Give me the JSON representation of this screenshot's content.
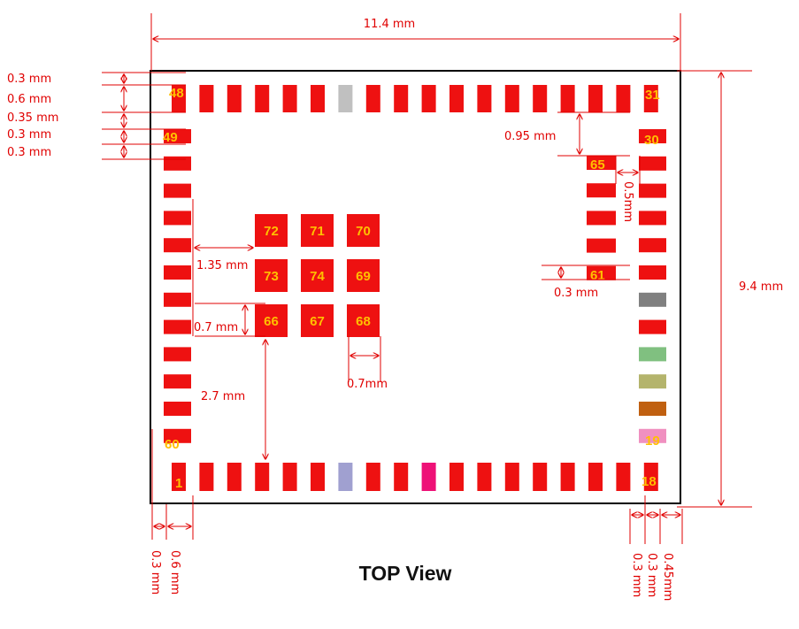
{
  "title": "TOP View",
  "dimensions": {
    "width": "11.4  mm",
    "height": "9.4  mm",
    "left_stack": [
      "0.3  mm",
      "0.6  mm",
      "0.35 mm",
      "0.3  mm",
      "0.3  mm"
    ],
    "top_right_gap": "0.95  mm",
    "small_pad_pitch": "0.5mm",
    "small_pad_width": "0.3   mm",
    "center_offset": "1.35 mm",
    "center_pad_height": "0.7 mm",
    "center_pad_width": "0.7mm",
    "bottom_gap": "2.7 mm",
    "bottom_left": [
      "0.3 mm",
      "0.6 mm"
    ],
    "bottom_right": [
      "0.3 mm",
      "0.3 mm",
      "0.45mm"
    ]
  },
  "pin_labels": {
    "p48": "48",
    "p31": "31",
    "p49": "49",
    "p30": "30",
    "p65": "65",
    "p61": "61",
    "p60": "60",
    "p19": "19",
    "p1": "1",
    "p18": "18"
  },
  "center_pads": [
    "72",
    "71",
    "70",
    "73",
    "74",
    "69",
    "66",
    "67",
    "68"
  ],
  "colors": {
    "pad": "#ee1111",
    "outline": "#000000",
    "dimension": "#e00000",
    "pin_number": "#ffc000",
    "top_special_pad": "#c0c0c0",
    "bottom_special_pad_1": "#a0a0d0",
    "bottom_special_pad_2": "#ee1177",
    "right_special_pads": [
      "#808080",
      "#80c080",
      "#b4b46c",
      "#c06010",
      "#f090c0"
    ]
  }
}
